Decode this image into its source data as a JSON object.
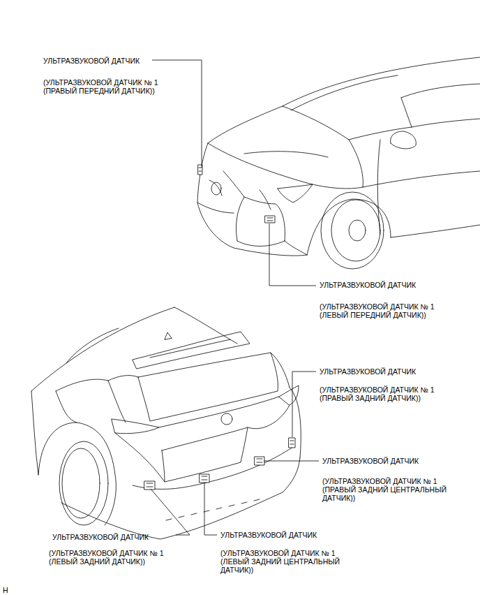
{
  "diagram": {
    "labels": [
      "УЛЬТРАЗВУКОВОЙ ДАТЧИК",
      "(УЛЬТРАЗВУКОВОЙ ДАТЧИК № 1 (ПРАВЫЙ ПЕРЕДНИЙ ДАТЧИК))",
      "УЛЬТРАЗВУКОВОЙ ДАТЧИК",
      "(УЛЬТРАЗВУКОВОЙ ДАТЧИК № 1 (ЛЕВЫЙ ПЕРЕДНИЙ ДАТЧИК))",
      "УЛЬТРАЗВУКОВОЙ ДАТЧИК",
      "(УЛЬТРАЗВУКОВОЙ ДАТЧИК № 1 (ПРАВЫЙ ЗАДНИЙ ДАТЧИК))",
      "УЛЬТРАЗВУКОВОЙ ДАТЧИК",
      "(УЛЬТРАЗВУКОВОЙ ДАТЧИК № 1 (ПРАВЫЙ ЗАДНИЙ ЦЕНТРАЛЬНЫЙ ДАТЧИК))",
      "УЛЬТРАЗВУКОВОЙ ДАТЧИК",
      "(УЛЬТРАЗВУКОВОЙ ДАТЧИК № 1 (ЛЕВЫЙ ЗАДНИЙ ДАТЧИК))",
      "УЛЬТРАЗВУКОВОЙ ДАТЧИК",
      "(УЛЬТРАЗВУКОВОЙ ДАТЧИК № 1 (ЛЕВЫЙ ЗАДНИЙ ЦЕНТРАЛЬНЫЙ ДАТЧИК))",
      "H"
    ]
  }
}
